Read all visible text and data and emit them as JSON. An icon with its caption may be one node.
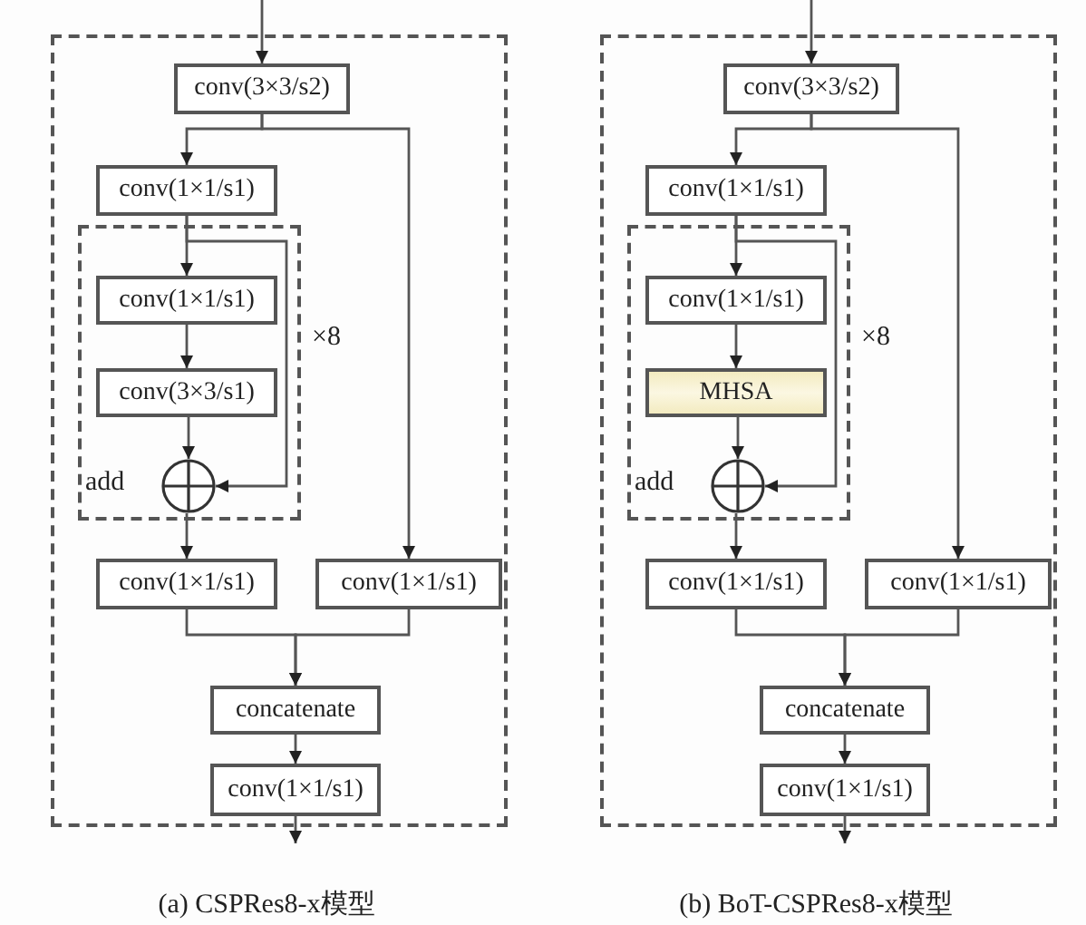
{
  "diagram": {
    "nodes": [
      {
        "text": [],
        "shape": "box"
      },
      {
        "text": [
          "conv(3×3/s2)"
        ],
        "in": 0
      },
      {
        "text": [
          "conv(1×1/s1)"
        ],
        "in": 0
      },
      {
        "text": [],
        "shape": "box",
        "in": 0,
        "beside": [
          "×8"
        ]
      },
      {
        "text": [
          "conv(1×1/s1)"
        ],
        "in": 3
      },
      {
        "text": [
          "conv(3×3/s1)"
        ],
        "in": 3
      },
      {
        "text": [],
        "shape": "circle",
        "in": 3,
        "beside": [
          "add"
        ]
      },
      {
        "text": [
          "conv(1×1/s1)"
        ],
        "in": 0
      },
      {
        "text": [
          "conv(1×1/s1)"
        ],
        "in": 0
      },
      {
        "text": [
          "concatenate"
        ],
        "in": 0
      },
      {
        "text": [
          "conv(1×1/s1)"
        ],
        "in": 0
      },
      {
        "text": [],
        "shape": "box"
      },
      {
        "text": [
          "conv(3×3/s2)"
        ],
        "in": 11
      },
      {
        "text": [
          "conv(1×1/s1)"
        ],
        "in": 11
      },
      {
        "text": [],
        "shape": "box",
        "in": 11,
        "beside": [
          "×8"
        ]
      },
      {
        "text": [
          "conv(1×1/s1)"
        ],
        "in": 14
      },
      {
        "text": [
          "MHSA"
        ],
        "in": 14
      },
      {
        "text": [],
        "shape": "circle",
        "in": 14,
        "beside": [
          "add"
        ]
      },
      {
        "text": [
          "conv(1×1/s1)"
        ],
        "in": 11
      },
      {
        "text": [
          "conv(1×1/s1)"
        ],
        "in": 11
      },
      {
        "text": [
          "concatenate"
        ],
        "in": 11
      },
      {
        "text": [
          "conv(1×1/s1)"
        ],
        "in": 11
      }
    ],
    "edges": [
      {
        "from": null,
        "to": 1,
        "arrow": "to"
      },
      {
        "from": 1,
        "to": 2,
        "arrow": "to"
      },
      {
        "from": 1,
        "to": 8,
        "arrow": "to"
      },
      {
        "from": 2,
        "to": 4,
        "arrow": "to"
      },
      {
        "from": 2,
        "to": 6,
        "arrow": "to"
      },
      {
        "from": 4,
        "to": 5,
        "arrow": "to"
      },
      {
        "from": 5,
        "to": 6,
        "arrow": "to"
      },
      {
        "from": 6,
        "to": 7,
        "arrow": "to"
      },
      {
        "from": 7,
        "to": 9,
        "arrow": "to"
      },
      {
        "from": 8,
        "to": 9,
        "arrow": "to"
      },
      {
        "from": 9,
        "to": 10,
        "arrow": "to"
      },
      {
        "from": 10,
        "to": null,
        "arrow": "to"
      },
      {
        "from": null,
        "to": 12,
        "arrow": "to"
      },
      {
        "from": 12,
        "to": 13,
        "arrow": "to"
      },
      {
        "from": 12,
        "to": 19,
        "arrow": "to"
      },
      {
        "from": 13,
        "to": 15,
        "arrow": "to"
      },
      {
        "from": 13,
        "to": 17,
        "arrow": "to"
      },
      {
        "from": 15,
        "to": 16,
        "arrow": "to"
      },
      {
        "from": 16,
        "to": 17,
        "arrow": "to"
      },
      {
        "from": 17,
        "to": 18,
        "arrow": "to"
      },
      {
        "from": 18,
        "to": 20,
        "arrow": "to"
      },
      {
        "from": 19,
        "to": 20,
        "arrow": "to"
      },
      {
        "from": 20,
        "to": 21,
        "arrow": "to"
      },
      {
        "from": 21,
        "to": null,
        "arrow": "to"
      }
    ],
    "labels": [
      "(a) CSPRes8-x模型",
      "(b) BoT-CSPRes8-x模型"
    ]
  }
}
